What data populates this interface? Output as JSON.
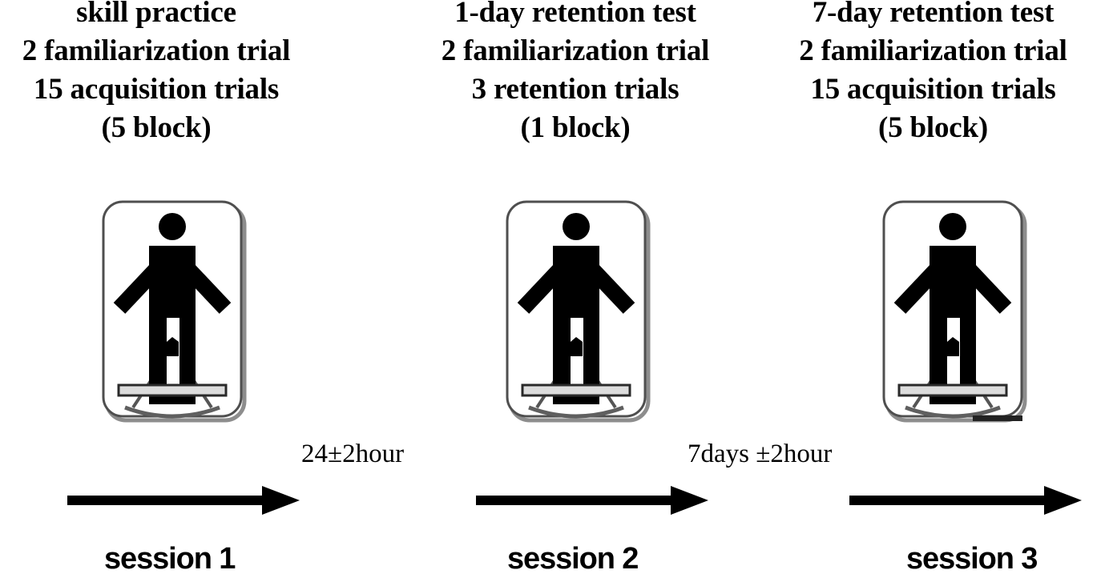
{
  "diagram": {
    "title": "experimental-design-timeline",
    "columns": [
      {
        "id": "session-1",
        "header_lines": [
          "skill practice",
          "2 familiarization trial",
          "15 acquisition trials",
          "(5 block)"
        ],
        "icon": "person-on-stabilometer-icon",
        "session_label": "session 1"
      },
      {
        "id": "session-2",
        "header_lines": [
          "1-day retention test",
          "2 familiarization trial",
          "3 retention trials",
          "(1 block)"
        ],
        "icon": "person-on-stabilometer-icon",
        "session_label": "session 2"
      },
      {
        "id": "session-3",
        "header_lines": [
          "7-day retention test",
          "2 familiarization trial",
          "15 acquisition trials",
          "(5 block)"
        ],
        "icon": "person-on-stabilometer-icon",
        "session_label": "session 3"
      }
    ],
    "intervals": [
      {
        "id": "interval-1",
        "label": "24±2hour"
      },
      {
        "id": "interval-2",
        "label": "7days ±2hour"
      }
    ],
    "colors": {
      "background": "#ffffff",
      "foreground": "#000000",
      "frame_outline": "#555555",
      "board_fill": "#d9d9d9",
      "board_outline": "#333333",
      "strut_gray": "#6f6f6f",
      "shadow_gray": "#8a8a8a"
    }
  }
}
